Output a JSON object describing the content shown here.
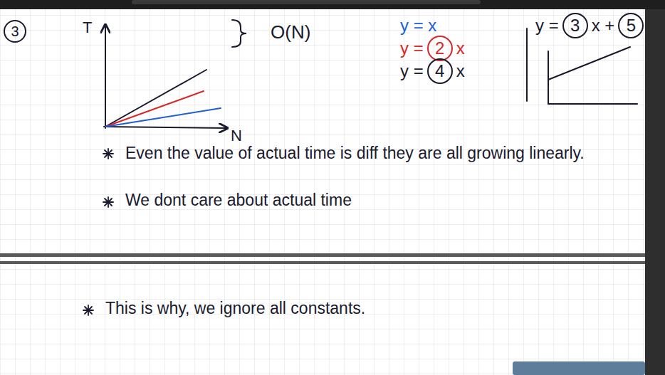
{
  "diagram": {
    "nodes": [
      {
        "text": [
          "3"
        ]
      },
      {
        "text": [
          "2"
        ]
      },
      {
        "text": [
          "4"
        ]
      },
      {
        "text": [
          "3"
        ]
      },
      {
        "text": [
          "5"
        ]
      }
    ],
    "labels": [
      "T",
      "N",
      "O(N)",
      "y = x",
      "y =",
      "x",
      "y =",
      "x",
      "y =",
      "x +",
      "Even the value of actual time is diff they are all growing linearly.",
      "We dont care about actual time",
      "This is why, we ignore all constants."
    ]
  }
}
